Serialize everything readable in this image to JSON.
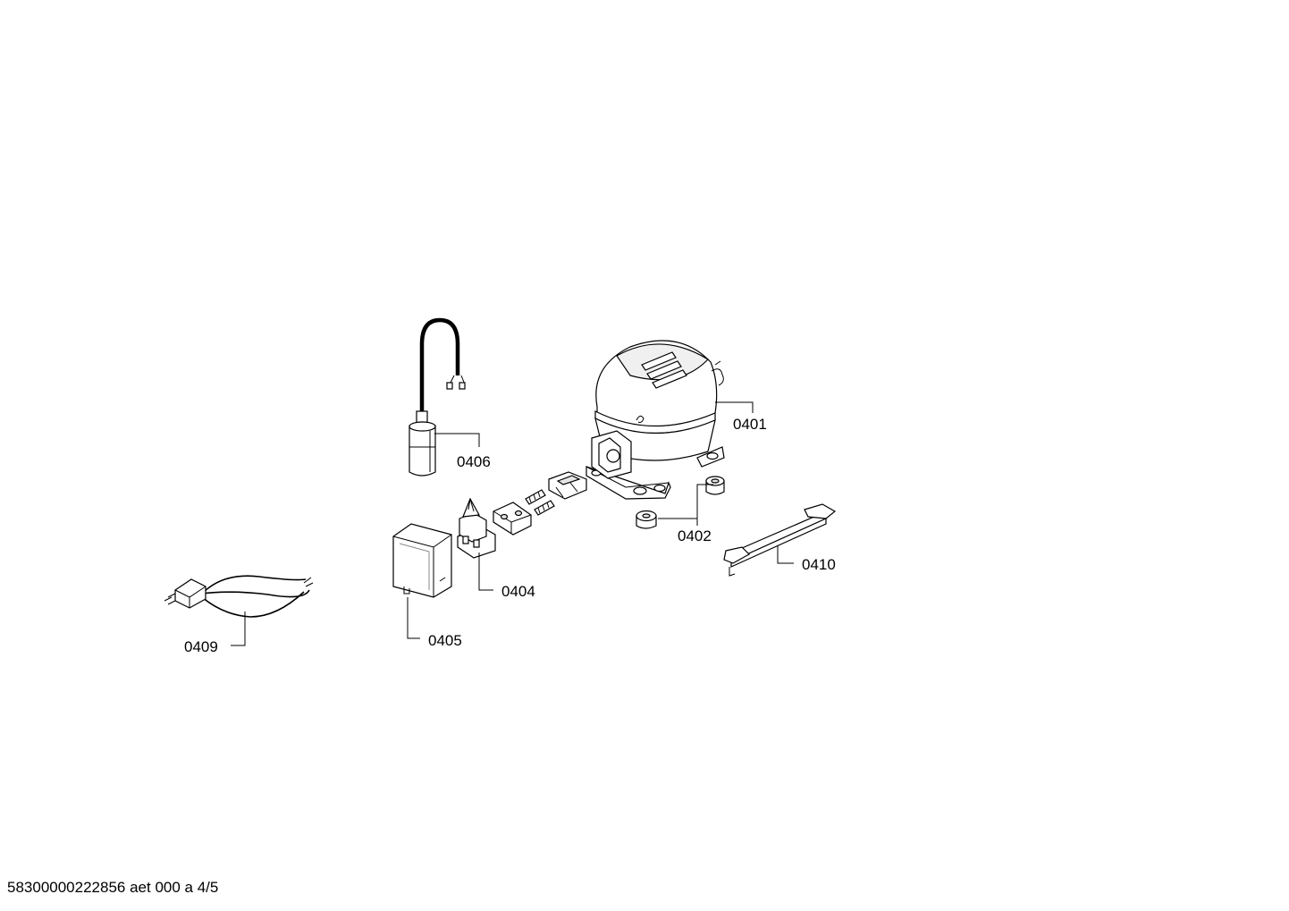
{
  "diagram": {
    "parts": [
      {
        "id": "0401",
        "label": "0401",
        "icon": "compressor-icon"
      },
      {
        "id": "0402",
        "label": "0402",
        "icon": "rubber-grommet-icon"
      },
      {
        "id": "0404",
        "label": "0404",
        "icon": "start-relay-icon"
      },
      {
        "id": "0405",
        "label": "0405",
        "icon": "relay-cover-icon"
      },
      {
        "id": "0406",
        "label": "0406",
        "icon": "capacitor-icon"
      },
      {
        "id": "0409",
        "label": "0409",
        "icon": "power-cord-plug-icon"
      },
      {
        "id": "0410",
        "label": "0410",
        "icon": "mounting-rail-icon"
      }
    ]
  },
  "footer": {
    "text": "58300000222856 aet 000 a 4/5"
  }
}
